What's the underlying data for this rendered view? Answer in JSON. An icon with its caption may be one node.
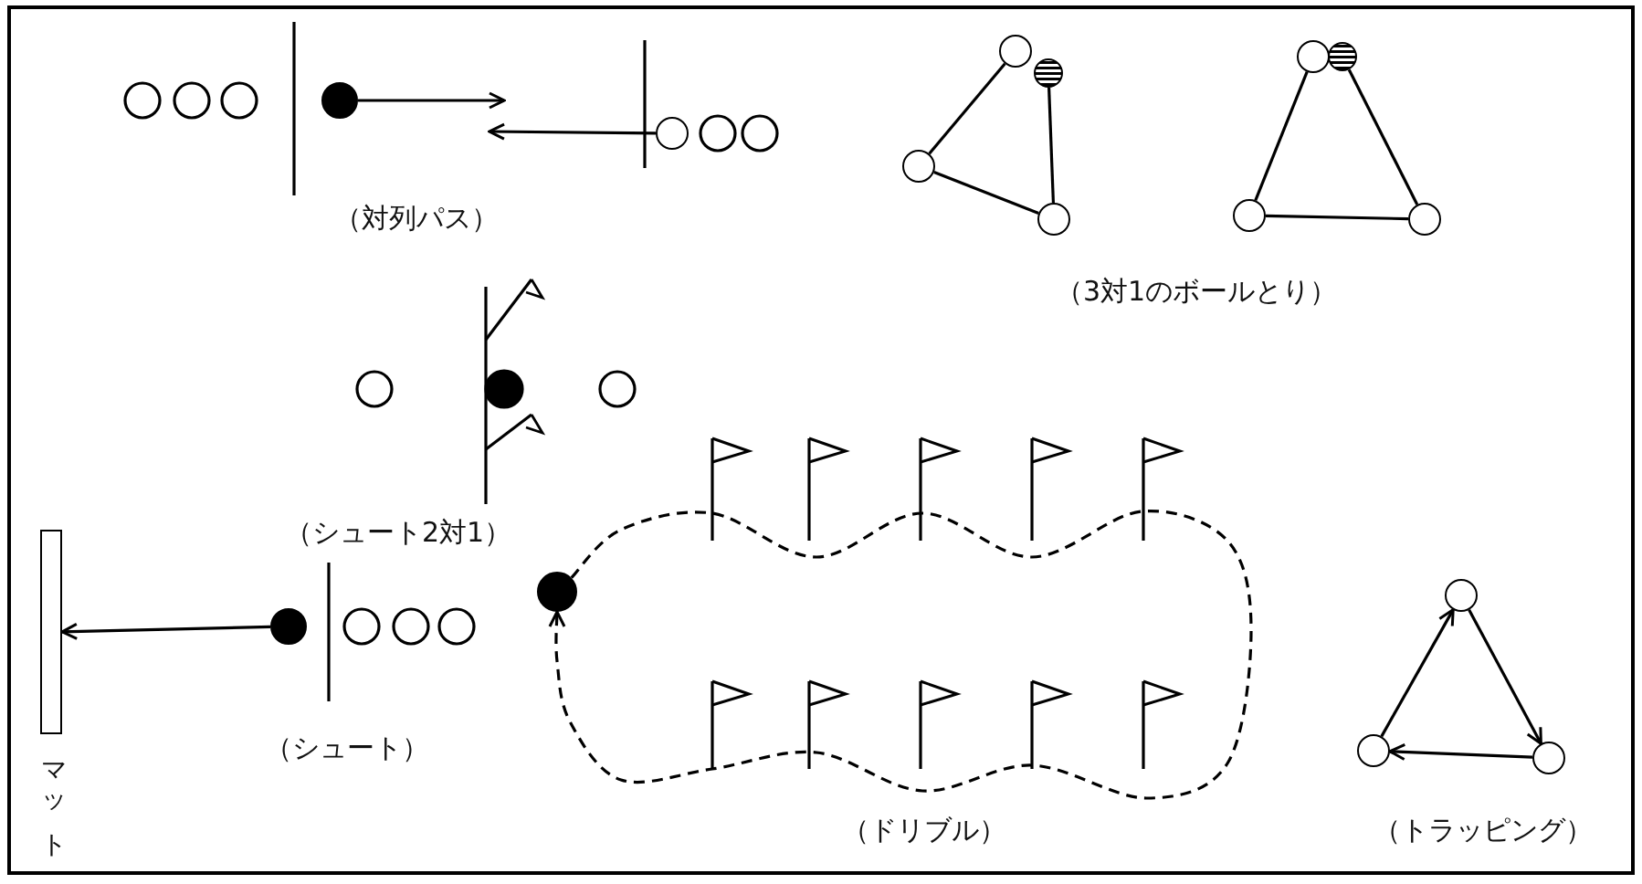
{
  "diagram": {
    "nodes": [
      {
        "text": [],
        "shape": "circle"
      },
      {
        "text": [],
        "shape": "circle"
      },
      {
        "text": [],
        "shape": "circle"
      },
      {
        "text": [],
        "shape": "circle"
      },
      {
        "text": [],
        "shape": "circle"
      },
      {
        "text": [],
        "shape": "circle"
      },
      {
        "text": [],
        "shape": "circle"
      },
      {
        "text": [],
        "shape": "circle"
      },
      {
        "text": [],
        "shape": "circle"
      },
      {
        "text": [],
        "shape": "circle"
      },
      {
        "text": [],
        "shape": "circle"
      },
      {
        "text": [
          "マット"
        ]
      },
      {
        "text": [],
        "shape": "circle"
      },
      {
        "text": [],
        "shape": "circle"
      },
      {
        "text": [],
        "shape": "circle"
      },
      {
        "text": [],
        "shape": "circle"
      }
    ],
    "edges": [
      {
        "from": 0,
        "to": null,
        "arrow": "to"
      },
      {
        "from": 1,
        "to": null,
        "arrow": "to"
      },
      {
        "from": 2,
        "to": 4,
        "arrow": "none"
      },
      {
        "from": 4,
        "to": 5,
        "arrow": "none"
      },
      {
        "from": 3,
        "to": 5,
        "arrow": "none"
      },
      {
        "from": 6,
        "to": 8,
        "arrow": "none"
      },
      {
        "from": 8,
        "to": 9,
        "arrow": "none"
      },
      {
        "from": 7,
        "to": 9,
        "arrow": "none"
      },
      {
        "from": 10,
        "to": 11,
        "arrow": "to"
      },
      {
        "from": 12,
        "to": 12,
        "arrow": "to",
        "style": "dashed"
      },
      {
        "from": 14,
        "to": 13,
        "arrow": "to"
      },
      {
        "from": 13,
        "to": 15,
        "arrow": "to"
      },
      {
        "from": 15,
        "to": 14,
        "arrow": "to"
      }
    ],
    "labels": [
      "（対列パス）",
      "（3対1のボールとり）",
      "（シュート2対1）",
      "（シュート）",
      "（ドリブル）",
      "（トラッピング）"
    ]
  }
}
